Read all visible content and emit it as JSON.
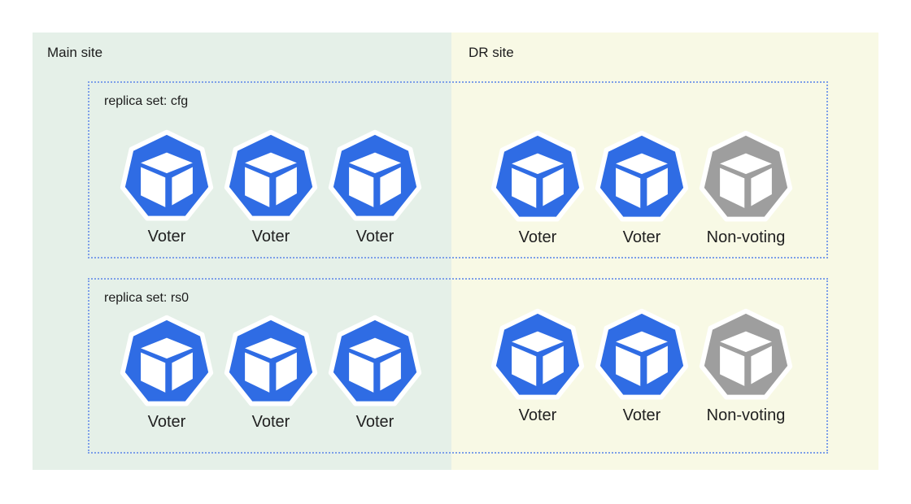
{
  "colors": {
    "main-site-bg": "#e5f0e8",
    "dr-site-bg": "#f8f9e5",
    "node-blue": "#2f6ce4",
    "node-gray": "#9e9e9e",
    "box-border": "#7d9fe8",
    "text": "#1c1c1c"
  },
  "sites": [
    {
      "label": "Main site"
    },
    {
      "label": "DR site"
    }
  ],
  "replica_sets": [
    {
      "label": "replica set: cfg",
      "main_site_nodes": [
        {
          "label": "Voter",
          "type": "voter"
        },
        {
          "label": "Voter",
          "type": "voter"
        },
        {
          "label": "Voter",
          "type": "voter"
        }
      ],
      "dr_site_nodes": [
        {
          "label": "Voter",
          "type": "voter"
        },
        {
          "label": "Voter",
          "type": "voter"
        },
        {
          "label": "Non-voting",
          "type": "non-voting"
        }
      ]
    },
    {
      "label": "replica set: rs0",
      "main_site_nodes": [
        {
          "label": "Voter",
          "type": "voter"
        },
        {
          "label": "Voter",
          "type": "voter"
        },
        {
          "label": "Voter",
          "type": "voter"
        }
      ],
      "dr_site_nodes": [
        {
          "label": "Voter",
          "type": "voter"
        },
        {
          "label": "Voter",
          "type": "voter"
        },
        {
          "label": "Non-voting",
          "type": "non-voting"
        }
      ]
    }
  ]
}
